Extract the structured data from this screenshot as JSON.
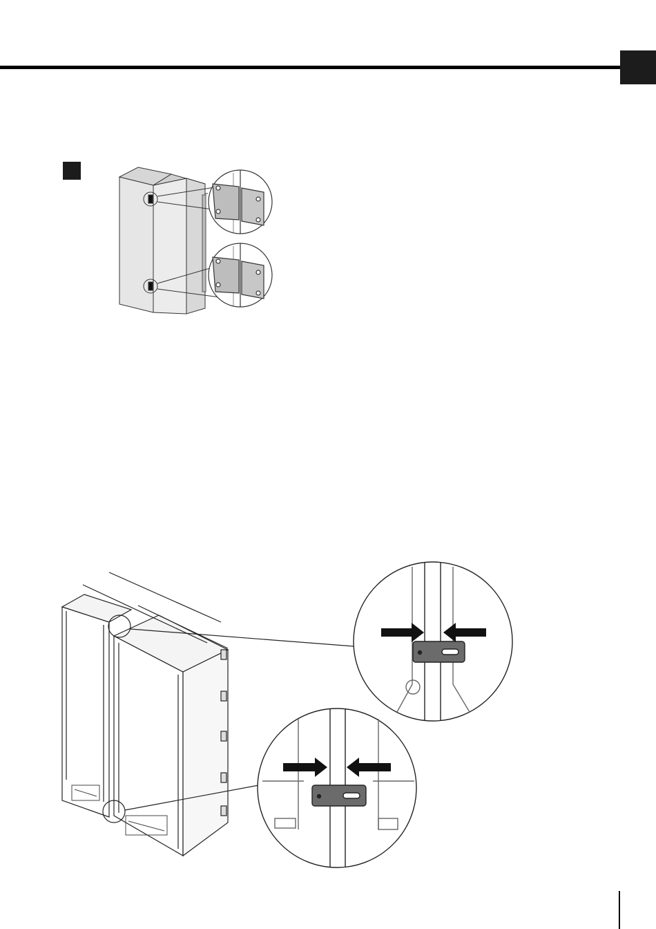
{
  "page": {
    "header_tab_color": "#1c1c1c",
    "step_marker_color": "#1c1c1c",
    "accent_grey": "#6b6b6b"
  },
  "figures": {
    "top": {
      "icon": "cabinet-pair-with-hinge-plates",
      "callouts": [
        "hinge-plate-top-detail",
        "hinge-plate-bottom-detail"
      ]
    },
    "bottom": {
      "icon": "side-by-side-appliance-alignment",
      "callouts": [
        "top-gap-alignment-detail",
        "bottom-gap-alignment-detail"
      ],
      "arrows_per_callout": 2
    }
  }
}
